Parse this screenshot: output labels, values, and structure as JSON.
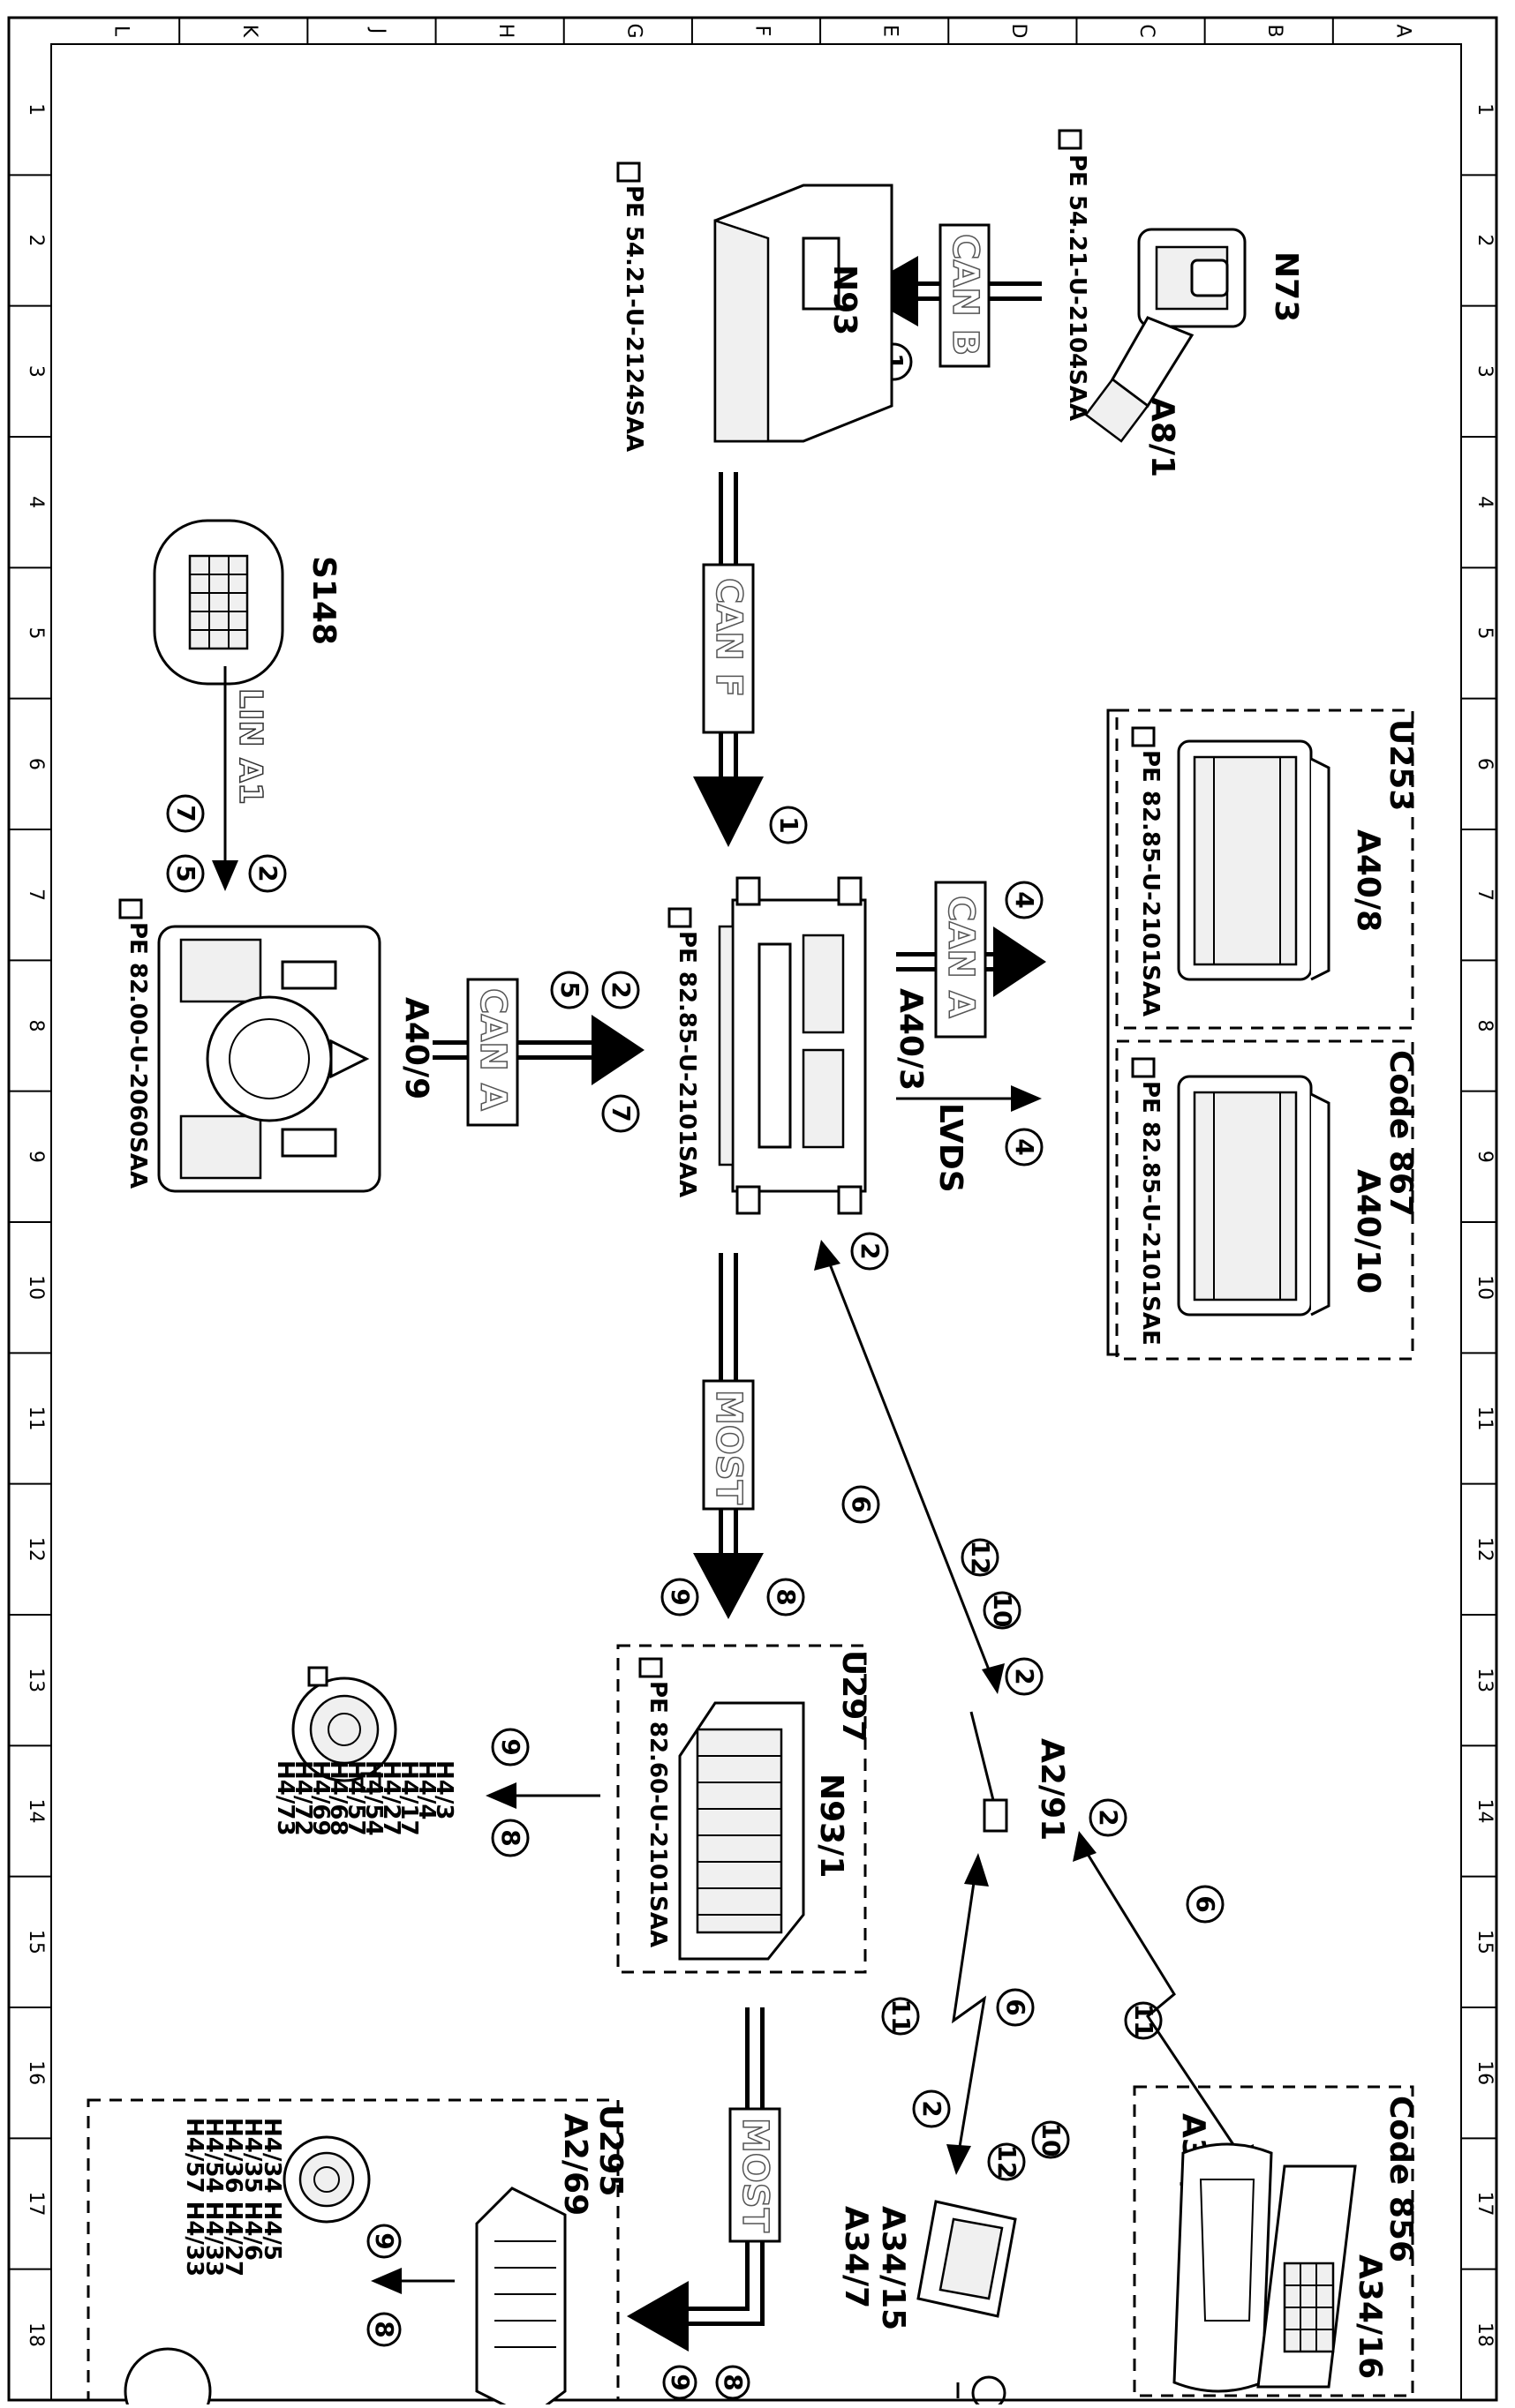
{
  "columns": [
    "A",
    "B",
    "C",
    "D",
    "E",
    "F",
    "G",
    "H",
    "J",
    "K",
    "L"
  ],
  "rows": [
    "1",
    "2",
    "3",
    "4",
    "5",
    "6",
    "7",
    "8",
    "9",
    "10",
    "11",
    "12",
    "13",
    "14",
    "15",
    "16",
    "17",
    "18"
  ],
  "components": {
    "N73": "N73",
    "A8_1": "A8/1",
    "N93": "N93",
    "S148": "S148",
    "A40_3": "A40/3",
    "A40_9": "A40/9",
    "U253": "U253",
    "A40_8": "A40/8",
    "code867": "Code 867",
    "A40_10": "A40/10",
    "U297": "U297",
    "N93_1": "N93/1",
    "A2_91": "A2/91",
    "code856": "Code 856",
    "A34_13": "A34/13",
    "A34_16": "A34/16",
    "A34_15": "A34/15",
    "A34_7": "A34/7",
    "U295": "U295",
    "A2_69": "A2/69"
  },
  "refs": {
    "n73": "PE 54.21-U-2104SAA",
    "n93": "PE 54.21-U-2124SAA",
    "a40_9": "PE 82.00-U-2060SAA",
    "a40_3": "PE 82.85-U-2101SAA",
    "a40_8": "PE 82.85-U-2101SAA",
    "a40_10": "PE 82.85-U-2101SAE",
    "n93_1": "PE 82.60-U-2101SAA"
  },
  "buses": {
    "can_b": "CAN B",
    "can_f": "CAN F",
    "can_a_left": "CAN A",
    "can_a_right": "CAN A",
    "lvds": "LVDS",
    "lin": "LIN A1",
    "most1": "MOST",
    "most2": "MOST"
  },
  "markers": {
    "m1a": "1",
    "m1b": "1",
    "m2a": "2",
    "m2b": "2",
    "m2c": "2",
    "m2d": "2",
    "m2e": "2",
    "m2f": "2",
    "m4a": "4",
    "m4b": "4",
    "m5a": "5",
    "m5b": "5",
    "m6a": "6",
    "m6b": "6",
    "m6c": "6",
    "m7a": "7",
    "m7b": "7",
    "m8a": "8",
    "m8b": "8",
    "m8c": "8",
    "m8d": "8",
    "m9a": "9",
    "m9b": "9",
    "m9c": "9",
    "m9d": "9",
    "m10a": "10",
    "m10b": "10",
    "m11a": "11",
    "m11b": "11",
    "m12a": "12",
    "m12b": "12"
  },
  "speakers_u297": [
    "H4/3",
    "H4/4",
    "H4/17",
    "H4/27",
    "H4/54",
    "H4/57",
    "H4/68",
    "H4/69",
    "H4/72",
    "H4/73"
  ],
  "speakers_u295": [
    "H4/34  H4/5",
    "H4/35  H4/6",
    "H4/36  H4/27",
    "H4/54  H4/33",
    "H4/57  H4/33"
  ]
}
